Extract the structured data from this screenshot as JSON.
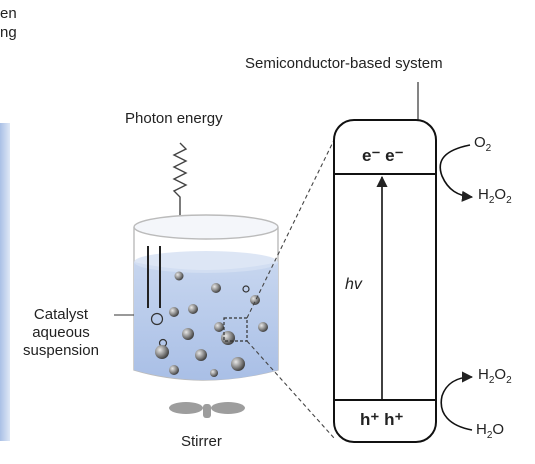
{
  "corner_text": {
    "line1": "en",
    "line2": "ng"
  },
  "labels": {
    "photon_energy": "Photon energy",
    "system": "Semiconductor-based system",
    "catalyst": [
      "Catalyst",
      "aqueous",
      "suspension"
    ],
    "stirrer": "Stirrer",
    "hv": "hv"
  },
  "bands": {
    "conduction": "e⁻ e⁻",
    "valence": "h⁺ h⁺"
  },
  "chemicals": {
    "o2": {
      "base": "O",
      "sub": "2"
    },
    "h2o2_top": {
      "a": "H",
      "sub1": "2",
      "b": "O",
      "sub2": "2"
    },
    "h2o2_bottom": {
      "a": "H",
      "sub1": "2",
      "b": "O",
      "sub2": "2"
    },
    "h2o": {
      "a": "H",
      "sub1": "2",
      "b": "O"
    }
  },
  "colors": {
    "liquid": "#b8cbea",
    "panel": "#c4d5ee",
    "stirrer": "#999999"
  }
}
